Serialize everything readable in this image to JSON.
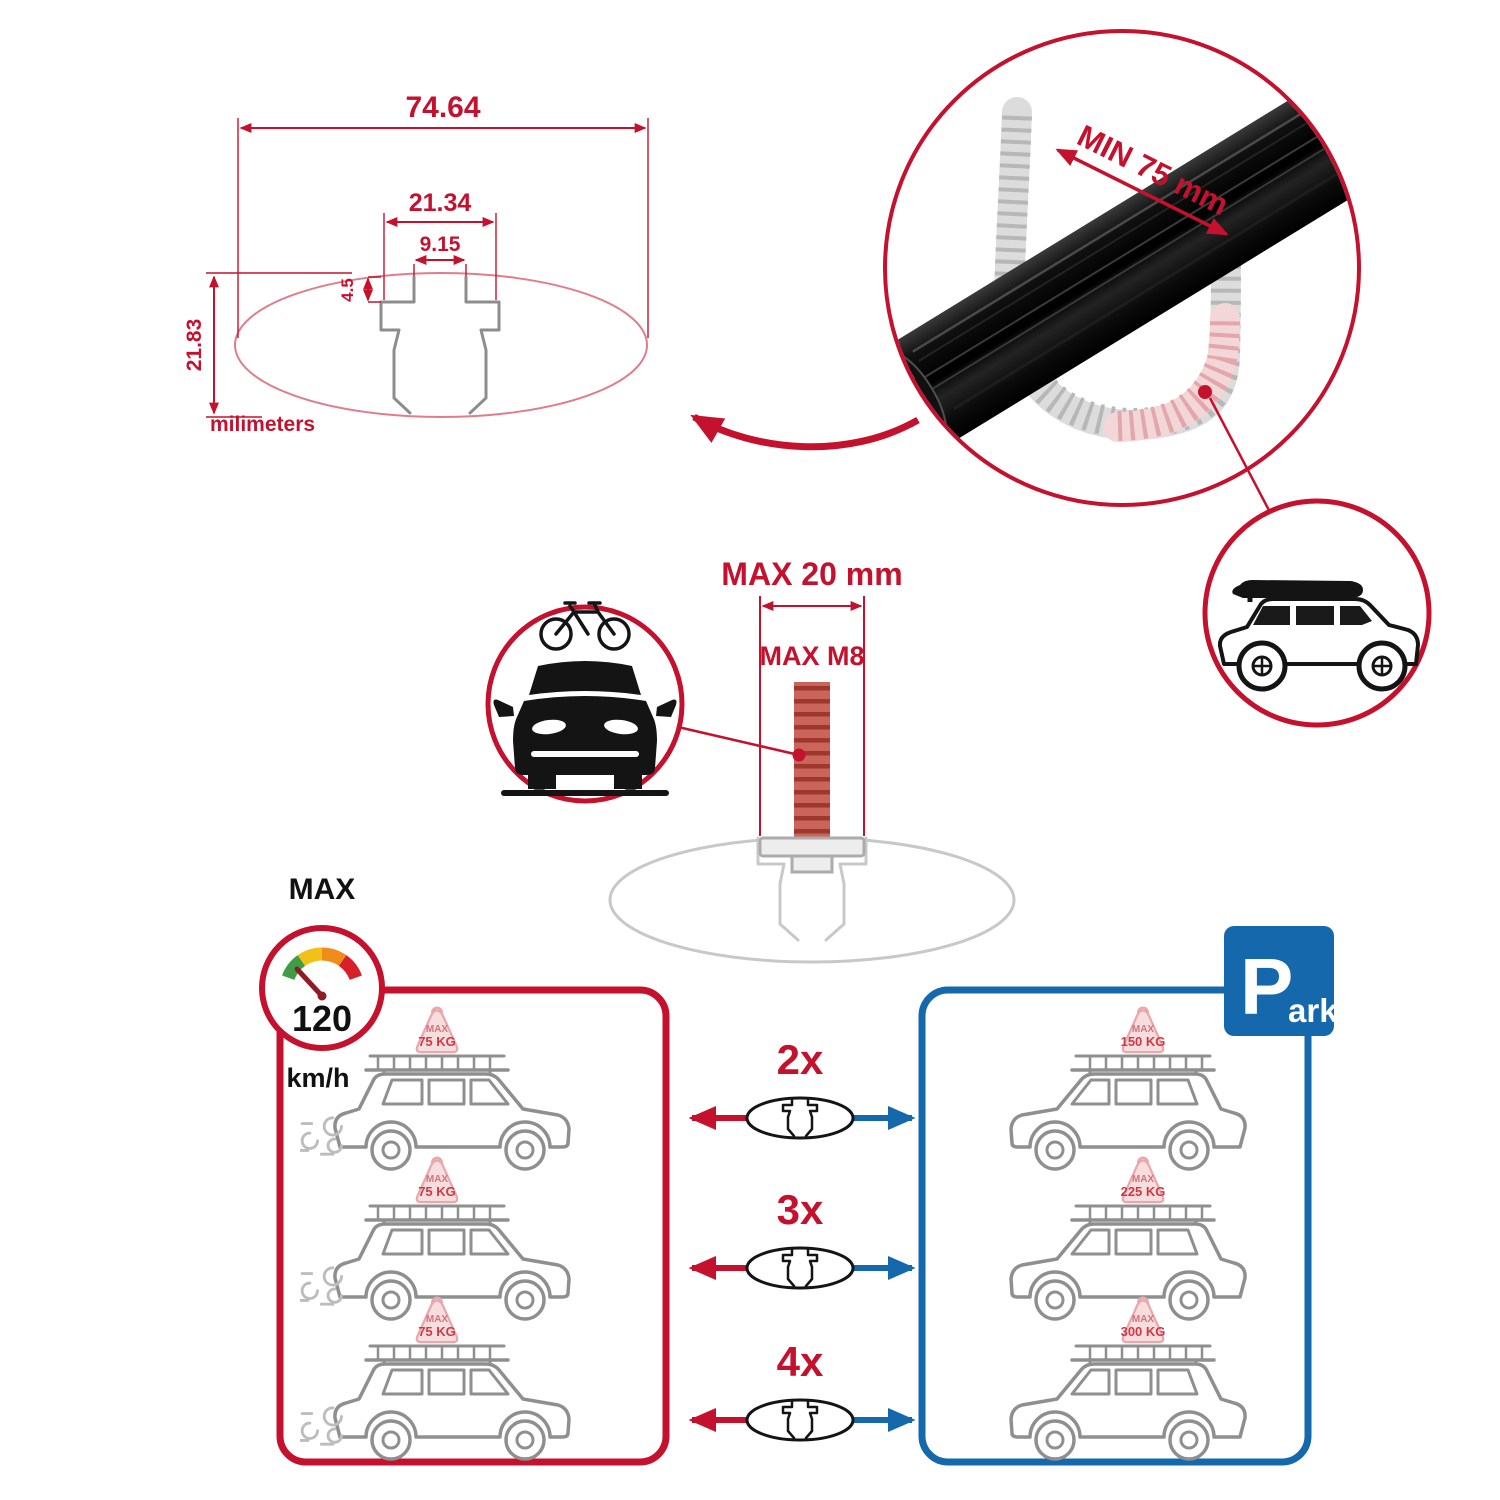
{
  "colors": {
    "red": "#C4122E",
    "blue": "#1668AC",
    "black": "#141414",
    "gray_outline": "#8F8F8F",
    "faded_pink": "#E8A9AE"
  },
  "tech_drawing": {
    "dim_total_width": "74.64",
    "dim_channel_width": "21.34",
    "dim_opening_width": "9.15",
    "dim_lip_depth": "4.5",
    "dim_total_height": "21.83",
    "unit_label": "milimeters"
  },
  "bar_detail": {
    "min_span_label": "MIN 75 mm"
  },
  "bolt_detail": {
    "max_width_label": "MAX 20 mm",
    "max_thread_label": "MAX M8"
  },
  "speed_gauge": {
    "title": "MAX",
    "value": "120",
    "unit": "km/h"
  },
  "park_sign": {
    "letter": "P",
    "suffix": "ark"
  },
  "load_rows": [
    {
      "qty": "2x",
      "driving_max": "MAX",
      "driving_load": "75 KG",
      "parked_max": "MAX",
      "parked_load": "150 KG"
    },
    {
      "qty": "3x",
      "driving_max": "MAX",
      "driving_load": "75 KG",
      "parked_max": "MAX",
      "parked_load": "225 KG"
    },
    {
      "qty": "4x",
      "driving_max": "MAX",
      "driving_load": "75 KG",
      "parked_max": "MAX",
      "parked_load": "300 KG"
    }
  ]
}
